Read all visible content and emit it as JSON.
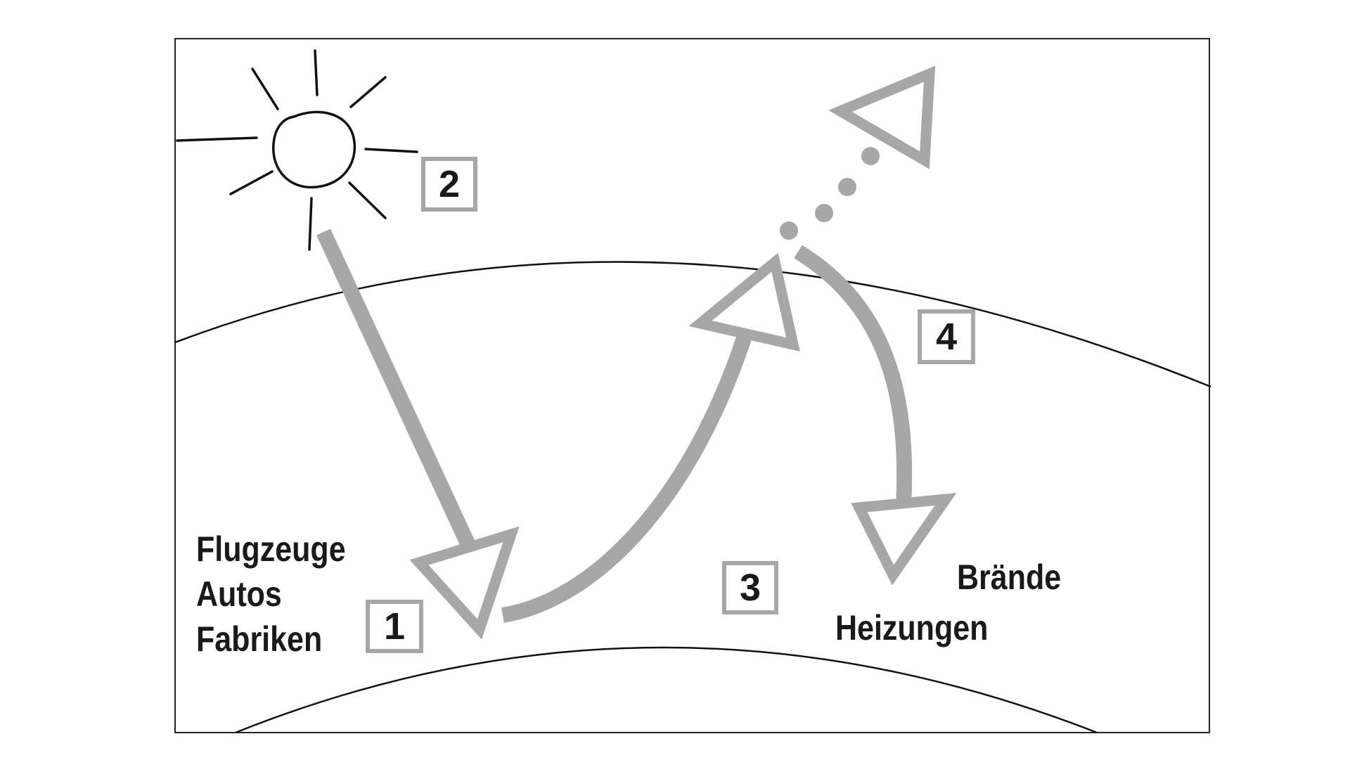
{
  "colors": {
    "background": "#ffffff",
    "frame": "#222222",
    "line": "#111111",
    "arrow": "#a7a7a7",
    "text": "#1a1a1a"
  },
  "icons": [
    "sun-icon"
  ],
  "sources_left": {
    "line1": "Flugzeuge",
    "line2": "Autos",
    "line3": "Fabriken"
  },
  "sources_right": {
    "line1": "Brände",
    "line2": "Heizungen"
  },
  "markers": {
    "m1": "1",
    "m2": "2",
    "m3": "3",
    "m4": "4"
  }
}
